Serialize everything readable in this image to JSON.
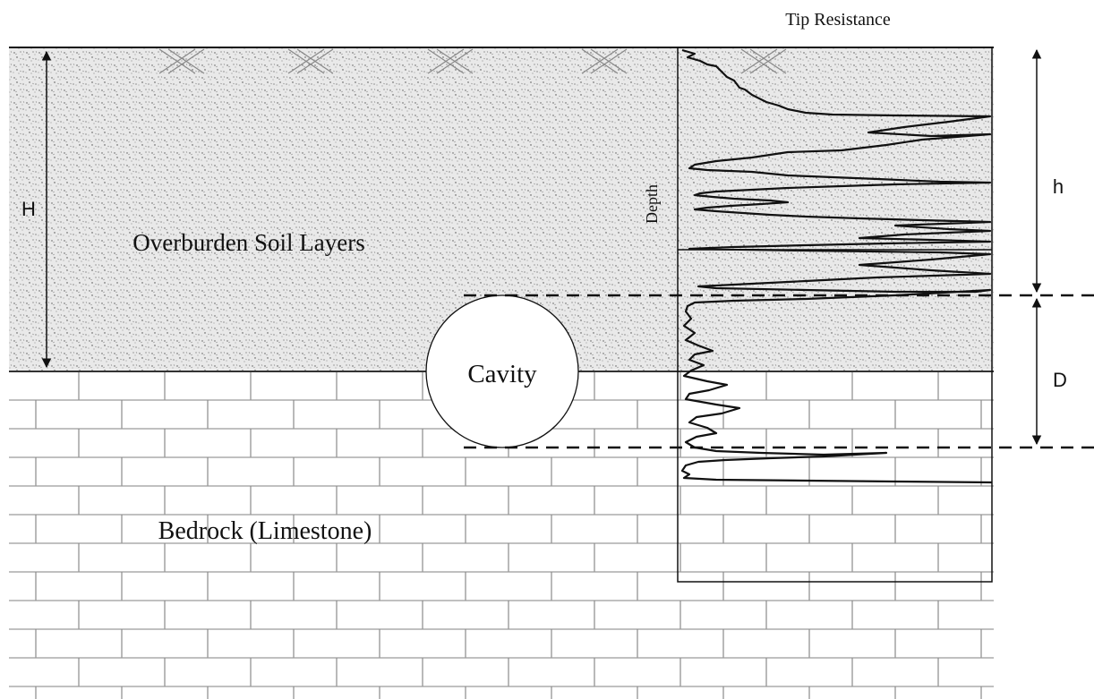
{
  "labels": {
    "tip_resistance": "Tip Resistance",
    "depth": "Depth",
    "overburden": "Overburden Soil Layers",
    "cavity": "Cavity",
    "bedrock": "Bedrock (Limestone)",
    "H": "H",
    "h": "h",
    "D": "D"
  },
  "colors": {
    "soil_fill": "#e9e9e9",
    "soil_speckle": "#555555",
    "line": "#111111",
    "brick_line": "#9a9a9a"
  }
}
